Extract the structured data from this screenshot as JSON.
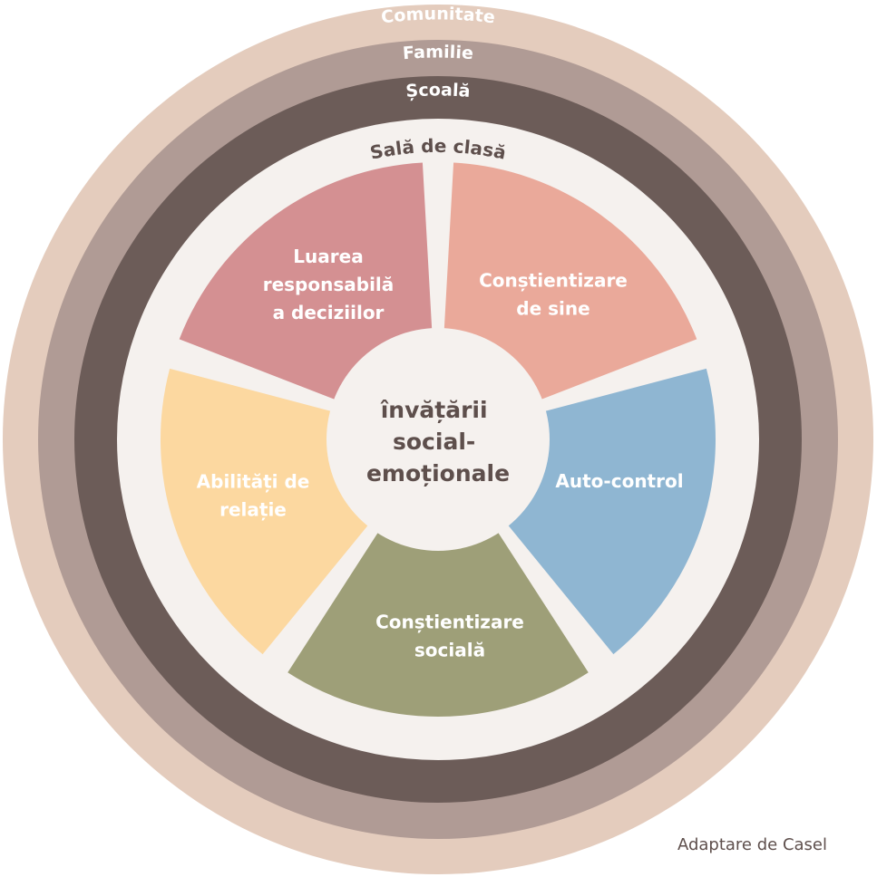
{
  "rings": [
    {
      "id": "community",
      "label": "Comunitate",
      "color": "#e4ccbd"
    },
    {
      "id": "family",
      "label": "Familie",
      "color": "#b09b95"
    },
    {
      "id": "school",
      "label": "Școală",
      "color": "#6c5c58"
    },
    {
      "id": "classroom",
      "label": "Sală de clasă",
      "color": "#f5f1ee"
    }
  ],
  "segments": [
    {
      "id": "self-awareness",
      "lines": [
        "Conștientizare",
        "de sine"
      ],
      "color": "#eaa99a"
    },
    {
      "id": "self-management",
      "lines": [
        "Auto-control"
      ],
      "color": "#8fb6d2"
    },
    {
      "id": "social-awareness",
      "lines": [
        "Conștientizare",
        "socială"
      ],
      "color": "#9e9f78"
    },
    {
      "id": "relationship-skills",
      "lines": [
        "Abilități de",
        "relație"
      ],
      "color": "#fcd8a0"
    },
    {
      "id": "responsible-decision-making",
      "lines": [
        "Luarea",
        "responsabilă",
        "a deciziilor"
      ],
      "color": "#d49092"
    }
  ],
  "center": {
    "lines": [
      "învățării",
      "social-",
      "emoționale"
    ],
    "color": "#f5f1ee"
  },
  "credit": "Adaptare de Casel",
  "colors": {
    "ring_text": "#ffffff",
    "dark_text": "#5e4f4c"
  }
}
